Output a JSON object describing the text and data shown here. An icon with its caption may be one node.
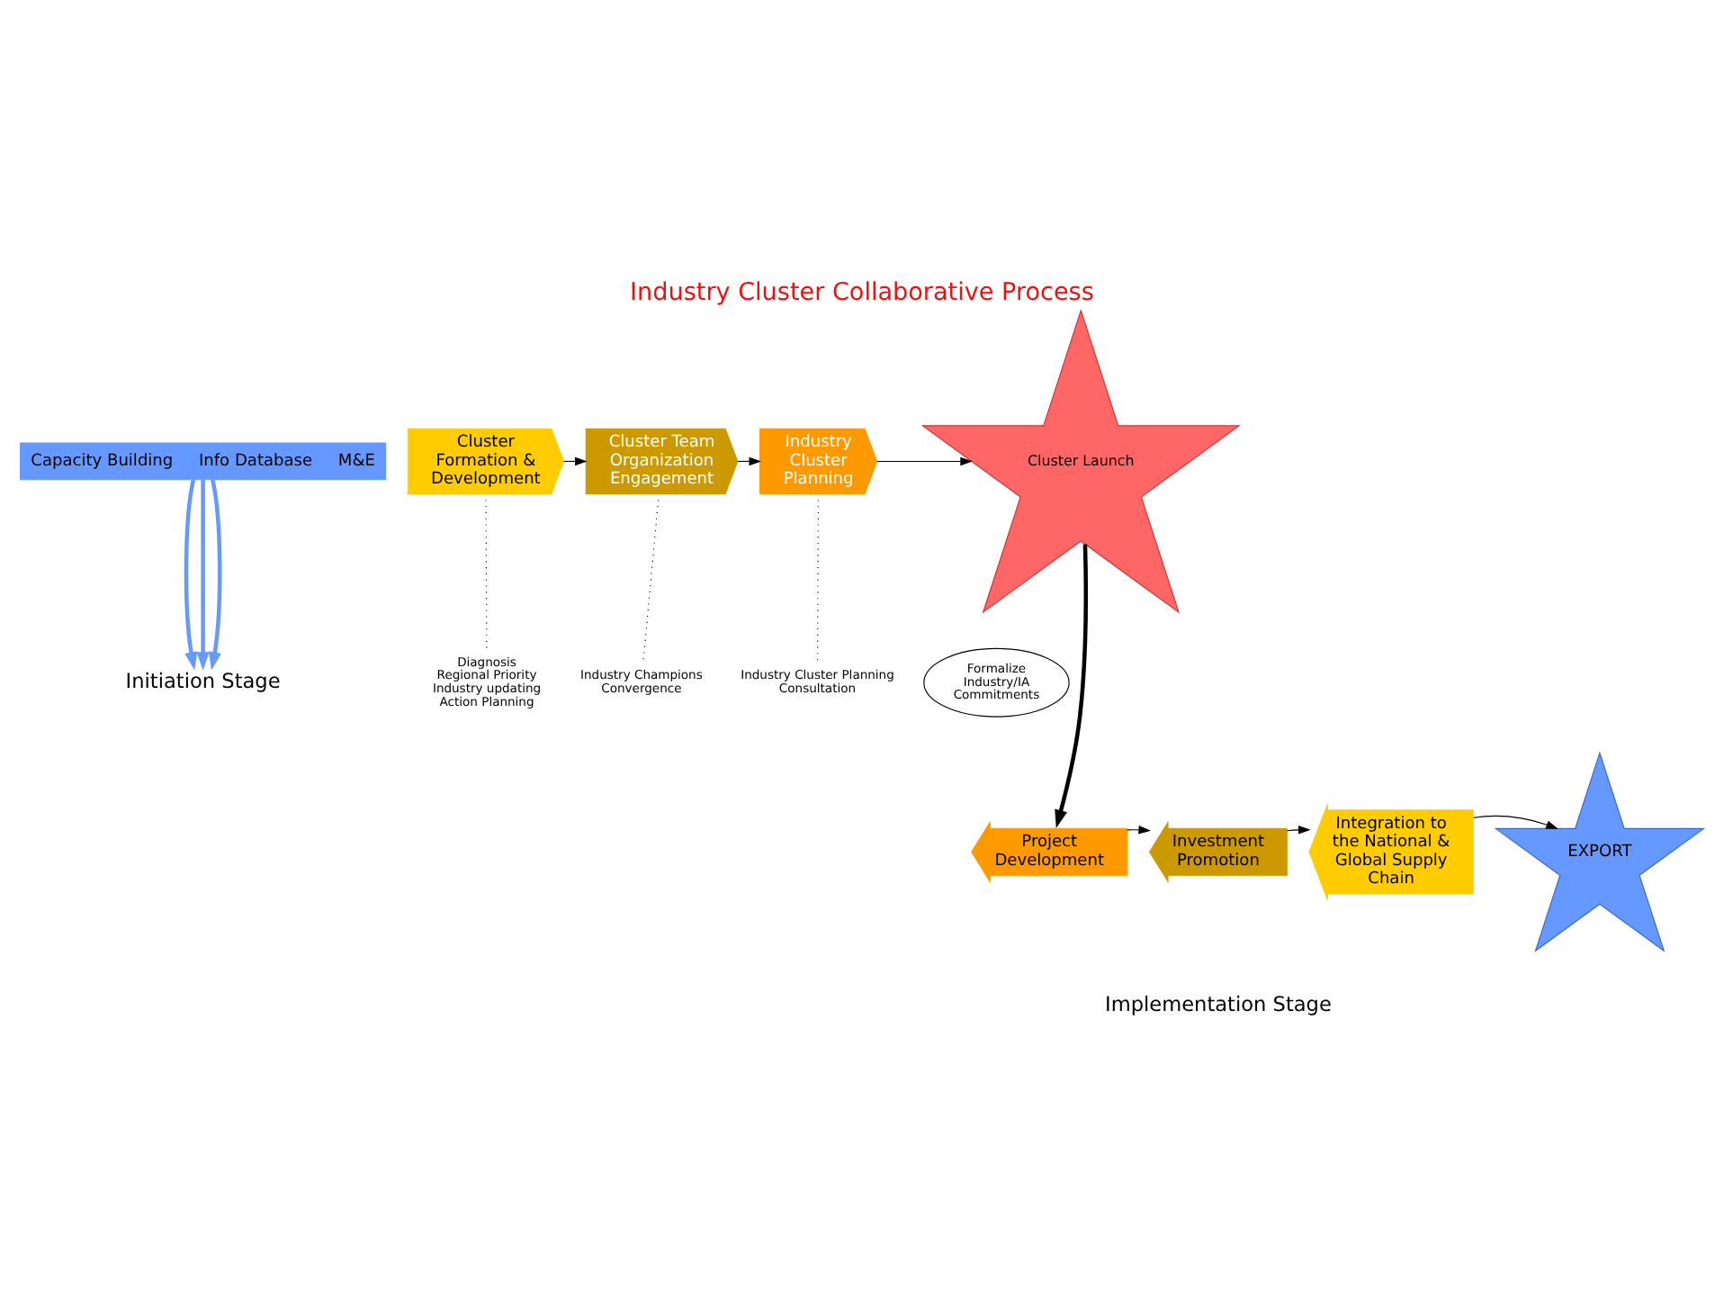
{
  "diagram": {
    "title": "Industry Cluster Collaborative Process",
    "nodes": [
      {
        "text": [
          "Capacity Building",
          "Info Database",
          "M&E"
        ]
      },
      {
        "text": [
          "Initiation Stage"
        ]
      },
      {
        "text": [
          "Cluster Formation & Development"
        ]
      },
      {
        "text": [
          "Cluster Team Organization Engagement"
        ]
      },
      {
        "text": [
          "Industry Cluster Planning"
        ]
      },
      {
        "text": [
          "Cluster Launch"
        ]
      },
      {
        "text": [
          "Diagnosis",
          "Regional Priority",
          "Industry updating",
          "Action Planning"
        ]
      },
      {
        "text": [
          "Industry Champions",
          "Convergence"
        ]
      },
      {
        "text": [
          "Industry Cluster Planning",
          "Consultation"
        ]
      },
      {
        "text": [
          "Formalize Industry/IA Commitments"
        ]
      },
      {
        "text": [
          "Project Development"
        ]
      },
      {
        "text": [
          "Investment Promotion"
        ]
      },
      {
        "text": [
          "Integration to the National & Global Supply Chain"
        ]
      },
      {
        "text": [
          "EXPORT"
        ]
      }
    ],
    "edges": [
      {
        "from": 0,
        "to": 1,
        "arrow": "to",
        "color": "#6699ff",
        "style": "thick"
      },
      {
        "from": 0,
        "to": 1,
        "arrow": "to",
        "color": "#6699ff",
        "style": "thick"
      },
      {
        "from": 0,
        "to": 1,
        "arrow": "to",
        "color": "#6699ff",
        "style": "thick"
      },
      {
        "from": 2,
        "to": 3,
        "arrow": "to"
      },
      {
        "from": 3,
        "to": 4,
        "arrow": "to"
      },
      {
        "from": 4,
        "to": 5,
        "arrow": "to"
      },
      {
        "from": 2,
        "to": 6,
        "arrow": "none",
        "style": "dashed"
      },
      {
        "from": 3,
        "to": 7,
        "arrow": "none",
        "style": "dashed"
      },
      {
        "from": 4,
        "to": 8,
        "arrow": "none",
        "style": "dashed"
      },
      {
        "from": 5,
        "to": 10,
        "arrow": "to",
        "style": "thick"
      },
      {
        "from": 10,
        "to": 11,
        "arrow": "to"
      },
      {
        "from": 11,
        "to": 12,
        "arrow": "to"
      },
      {
        "from": 12,
        "to": 13,
        "arrow": "to"
      }
    ],
    "labels": [
      "Implementation Stage"
    ]
  }
}
